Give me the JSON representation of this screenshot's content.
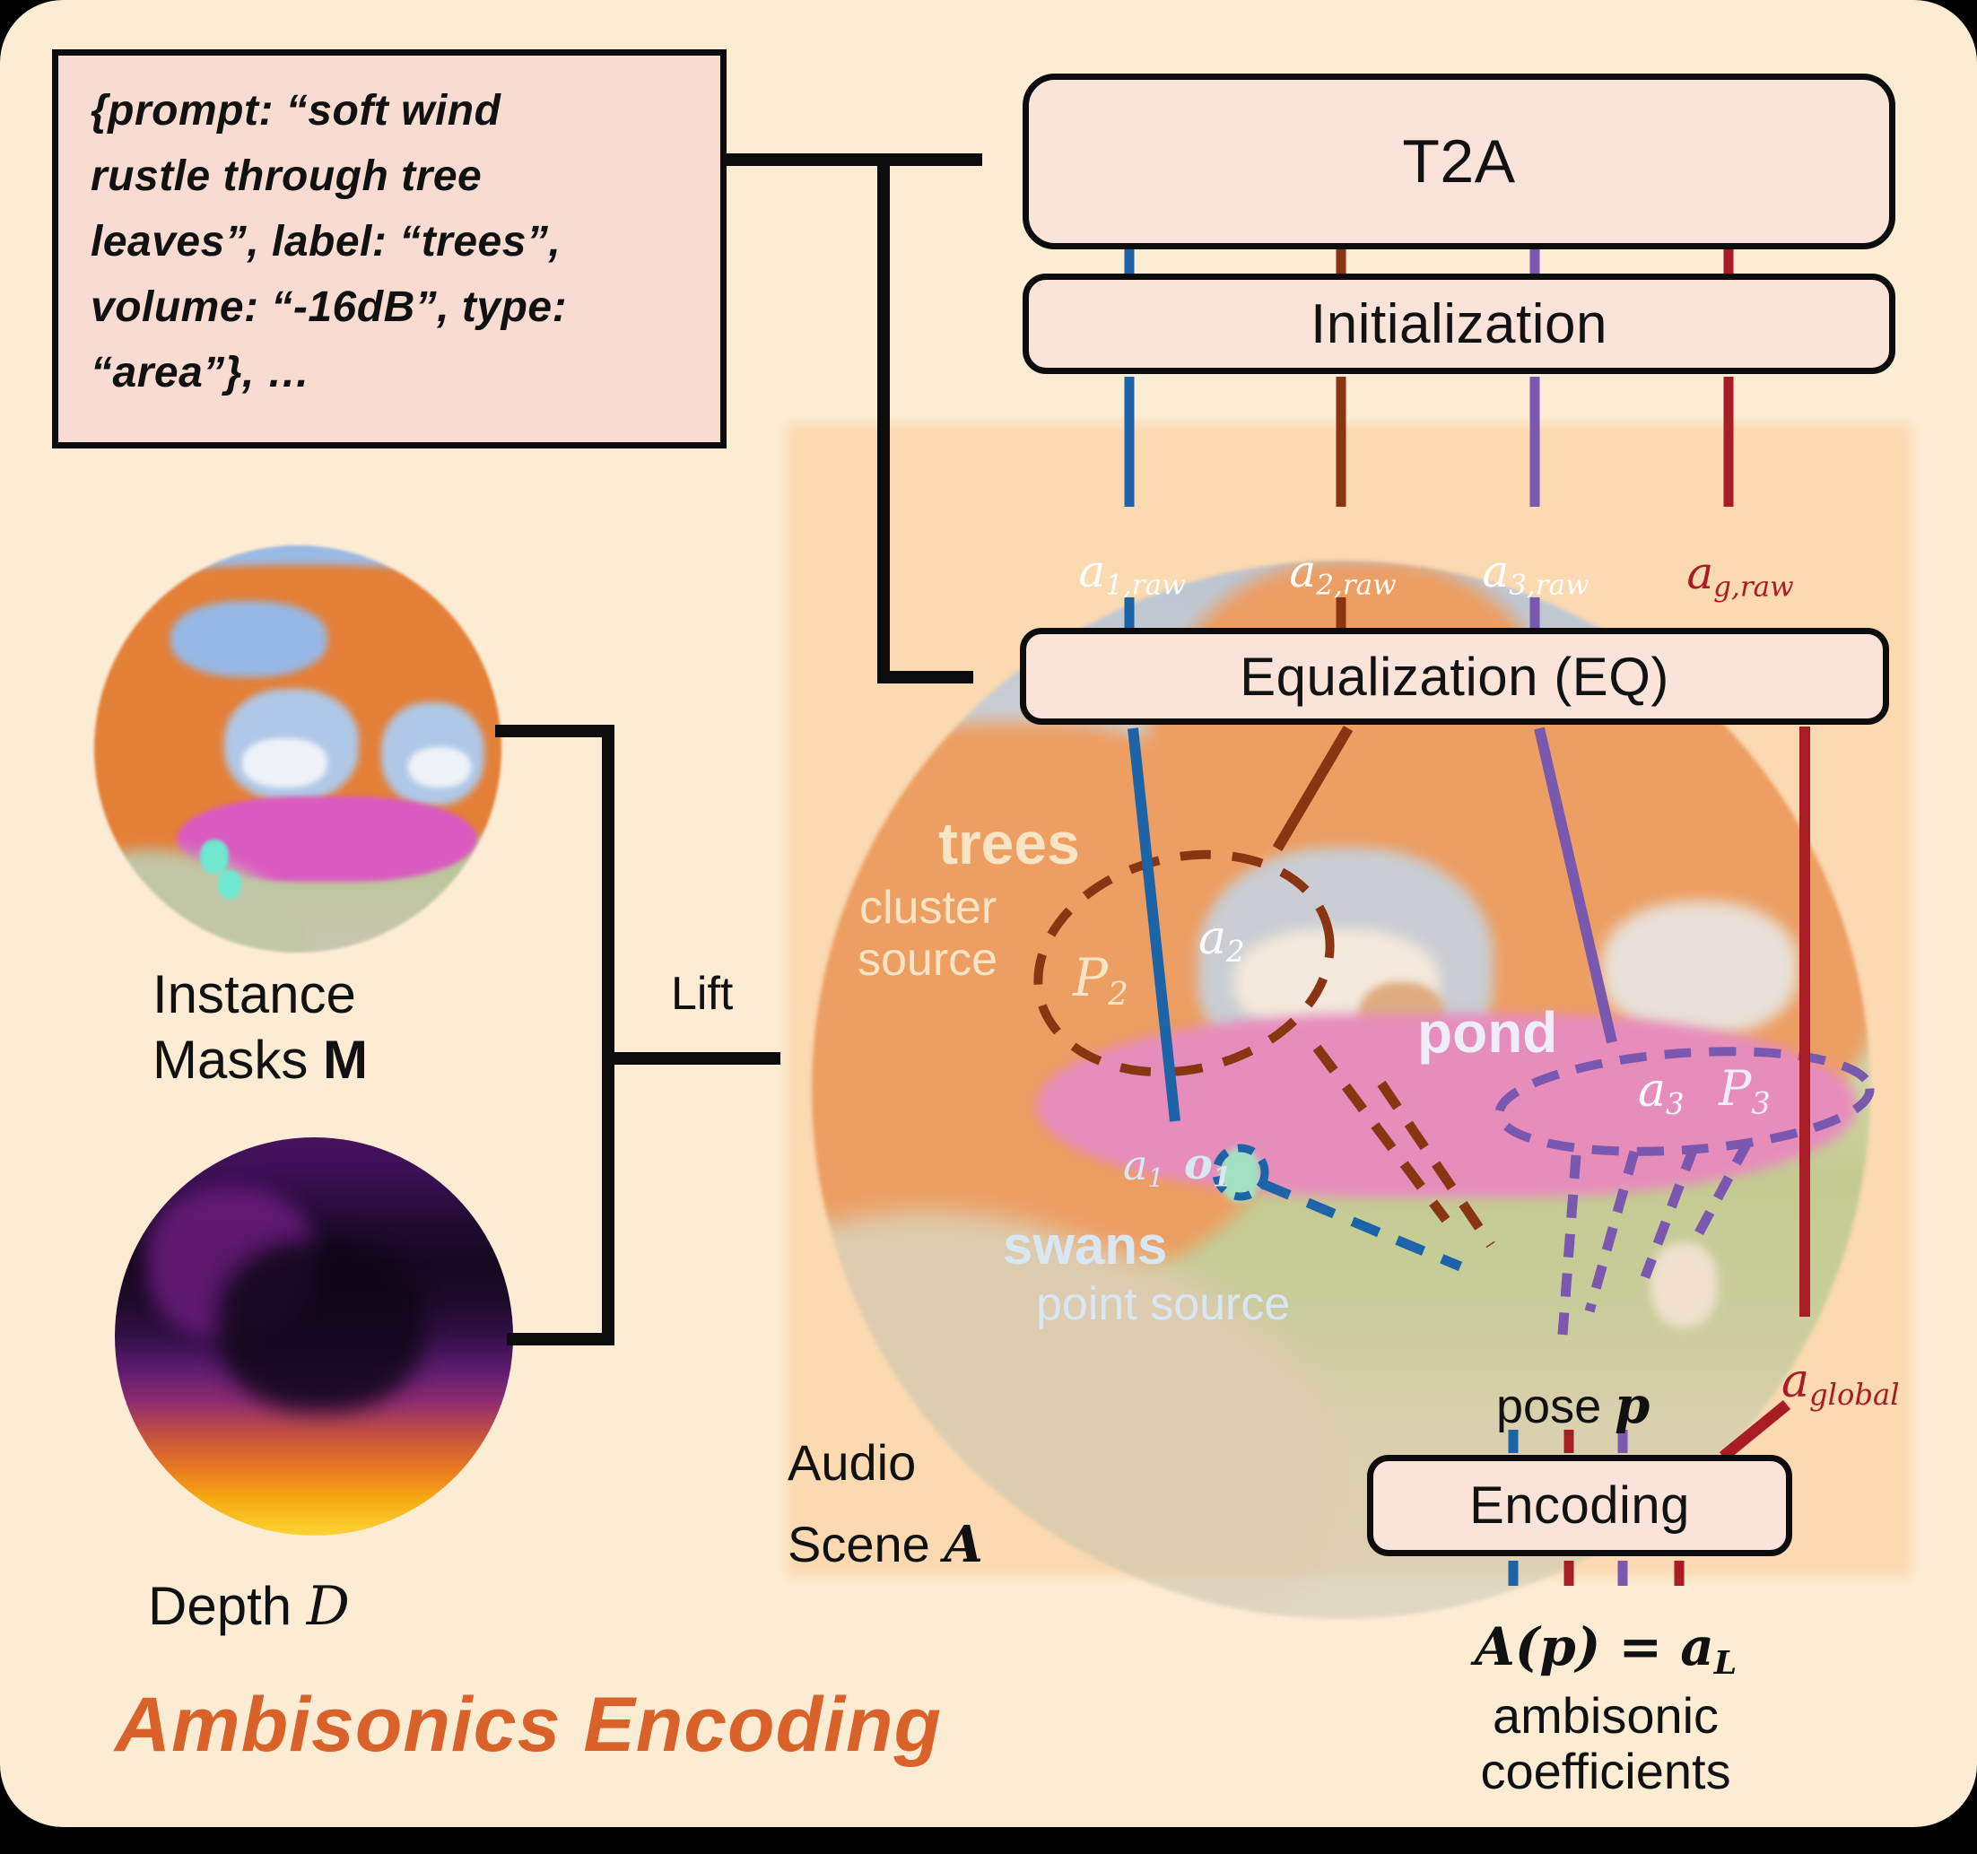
{
  "title": "Ambisonics Encoding",
  "prompt_box": {
    "text": "{prompt: “soft wind\nrustle through tree\nleaves”, label: “trees”,\nvolume: “-16dB”, type:\n“area”}, …"
  },
  "boxes": {
    "t2a": "T2A",
    "initialization": "Initialization",
    "equalization": "Equalization (EQ)",
    "encoding": "Encoding"
  },
  "signals": {
    "a1raw": {
      "base": "a",
      "sub": "1,raw"
    },
    "a2raw": {
      "base": "a",
      "sub": "2,raw"
    },
    "a3raw": {
      "base": "a",
      "sub": "3,raw"
    },
    "agraw": {
      "base": "a",
      "sub": "g,raw"
    },
    "aglobal": {
      "base": "a",
      "sub": "global"
    }
  },
  "scene": {
    "trees_label": "trees",
    "trees_sub1": "cluster",
    "trees_sub2": "source",
    "p2": {
      "base": "P",
      "sub": "2"
    },
    "a2": {
      "base": "a",
      "sub": "2"
    },
    "pond_label": "pond",
    "a3": {
      "base": "a",
      "sub": "3"
    },
    "p3": {
      "base": "P",
      "sub": "3"
    },
    "a1": {
      "base": "a",
      "sub": "1"
    },
    "o1": {
      "base": "o",
      "sub": "1"
    },
    "swans_label": "swans",
    "swans_sub": "point source",
    "pose_text": "pose ",
    "pose_var": "p",
    "audio_line1": "Audio",
    "audio_line2": "Scene ",
    "audio_var": "A"
  },
  "left_column": {
    "instance_line1": "Instance",
    "instance_line2": "Masks ",
    "instance_var": "M",
    "depth_text": "Depth ",
    "depth_var": "D",
    "lift": "Lift"
  },
  "output": {
    "formula_main": "A(p) = a",
    "formula_sub": "L",
    "caption1": "ambisonic",
    "caption2": "coefficients"
  },
  "colors": {
    "background": "#fdecd4",
    "panel": "#fbd9b1",
    "box_fill": "#fae3d9",
    "blue": "#1d63a8",
    "brown": "#8a3512",
    "purple": "#7a58b0",
    "red": "#a81c24",
    "title_orange": "#d9622b",
    "tree_mask_orange": "#e2762a",
    "pond_mask_magenta": "#d84fc0",
    "swan_mask_cyan": "#63e8cf",
    "person_gray": "#7c7c7c"
  }
}
